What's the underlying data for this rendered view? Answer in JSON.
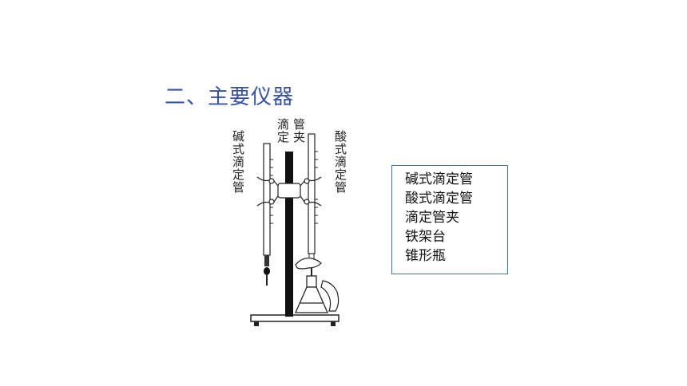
{
  "slide": {
    "title": "二、主要仪器"
  },
  "figure": {
    "label_base_burette": "碱式滴定管",
    "label_clamp_line1": "滴定",
    "label_clamp_line2": "管夹",
    "label_acid_burette": "酸式滴定管"
  },
  "instrument_list": {
    "items": [
      "碱式滴定管",
      "酸式滴定管",
      "滴定管夹",
      "铁架台",
      "锥形瓶"
    ]
  }
}
